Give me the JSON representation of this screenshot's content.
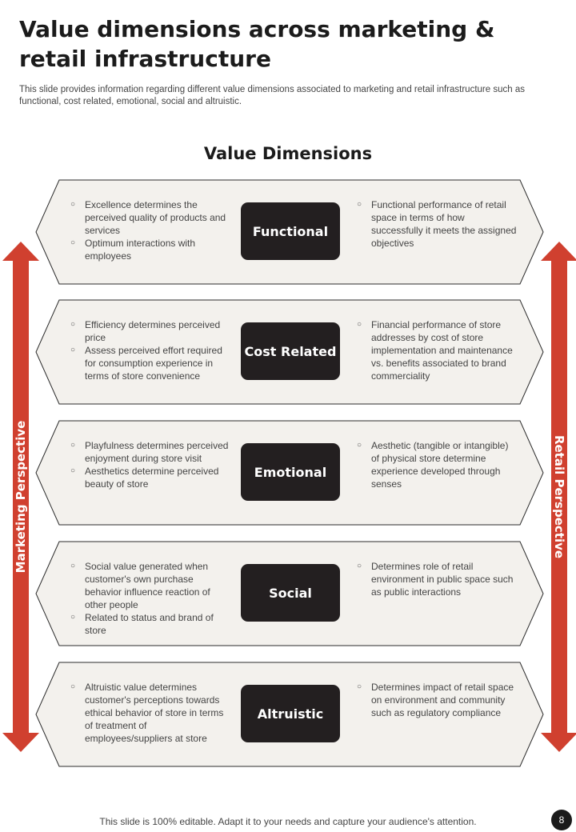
{
  "page": {
    "title": "Value dimensions across marketing & retail infrastructure",
    "subtitle": "This slide provides information regarding different value dimensions associated to marketing and retail infrastructure such as functional, cost related, emotional, social and altruistic.",
    "section_title": "Value Dimensions",
    "left_arrow_label": "Marketing Perspective",
    "right_arrow_label": "Retail Perspective",
    "footer": "This slide is 100% editable. Adapt it to your needs and capture your audience's attention.",
    "page_number": "8"
  },
  "colors": {
    "accent": "#d0402f",
    "dark": "#231f20",
    "panel": "#f3f1ed",
    "panel_border": "#2b2b2b"
  },
  "icons": {
    "bullet": "○"
  },
  "rows": [
    {
      "label": "Functional",
      "left": [
        "Excellence determines the perceived quality of products and services",
        "Optimum interactions with employees"
      ],
      "right": [
        "Functional performance of retail space in terms of how successfully it meets the assigned objectives"
      ]
    },
    {
      "label": "Cost Related",
      "left": [
        "Efficiency determines perceived price",
        "Assess perceived effort required for consumption experience in terms of store convenience"
      ],
      "right": [
        "Financial performance of store addresses by cost of store implementation and maintenance vs. benefits associated to brand commerciality"
      ]
    },
    {
      "label": "Emotional",
      "left": [
        "Playfulness determines perceived enjoyment during store visit",
        "Aesthetics determine perceived beauty of store"
      ],
      "right": [
        "Aesthetic (tangible or intangible) of physical store determine experience developed through senses"
      ]
    },
    {
      "label": "Social",
      "left": [
        "Social value generated when customer's own purchase behavior influence reaction of other people",
        "Related to status and brand of store"
      ],
      "right": [
        "Determines role of retail environment in public space such as public interactions"
      ]
    },
    {
      "label": "Altruistic",
      "left": [
        "Altruistic value determines customer's perceptions towards ethical behavior of store in terms of treatment of employees/suppliers at store"
      ],
      "right": [
        "Determines impact of retail space on environment and community such as regulatory compliance"
      ]
    }
  ]
}
